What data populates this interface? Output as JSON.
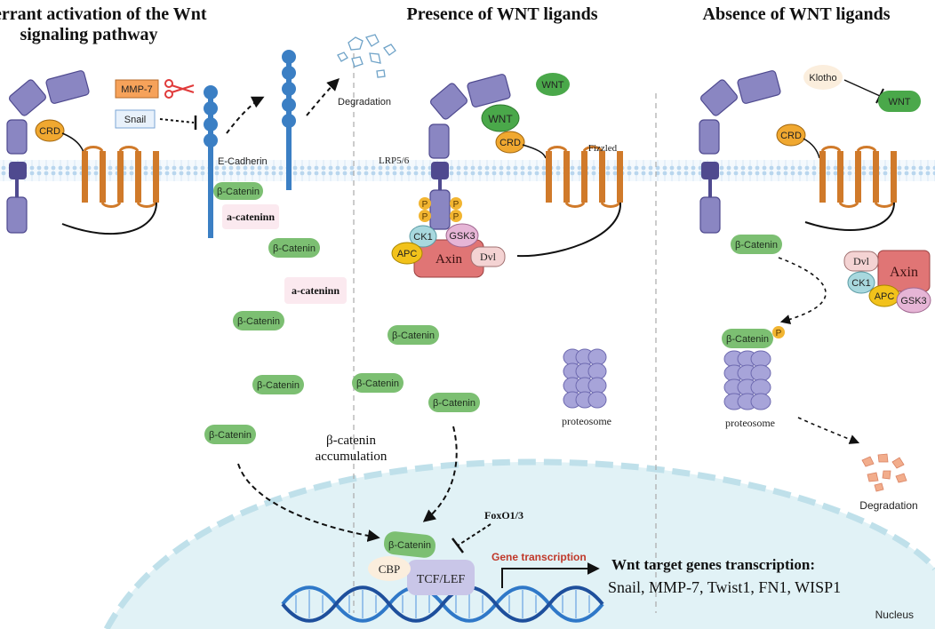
{
  "titles": {
    "left_line1": "Aberrant activation of the Wnt",
    "left_line2": "signaling pathway",
    "middle": "Presence of WNT ligands",
    "right": "Absence of WNT ligands"
  },
  "left_panel": {
    "mmp7": "MMP-7",
    "snail": "Snail",
    "crd": "CRD",
    "e_cadherin": "E-Cadherin",
    "degradation": "Degradation",
    "b_catenin": "β-Catenin",
    "a_catenin": "a-cateninn",
    "accumulation_line1": "β-catenin",
    "accumulation_line2": "accumulation"
  },
  "middle_panel": {
    "wnt_free": "WNT",
    "wnt_bound": "WNT",
    "crd": "CRD",
    "lrp": "LRP5/6",
    "fizzled": "Fizzled",
    "p": "P",
    "ck1": "CK1",
    "gsk3": "GSK3",
    "apc": "APC",
    "axin": "Axin",
    "dvl": "Dvl",
    "b_catenin": "β-Catenin",
    "proteosome": "proteosome"
  },
  "right_panel": {
    "klotho": "Klotho",
    "wnt": "WNT",
    "crd": "CRD",
    "b_catenin": "β-Catenin",
    "dvl": "Dvl",
    "axin": "Axin",
    "ck1": "CK1",
    "apc": "APC",
    "gsk3": "GSK3",
    "p": "P",
    "proteosome": "proteosome",
    "degradation": "Degradation"
  },
  "nucleus": {
    "b_catenin": "β-Catenin",
    "cbp": "CBP",
    "tcf_lef": "TCF/LEF",
    "foxo": "FoxO1/3",
    "gene_transcription": "Gene transcription",
    "target_title": "Wnt target genes transcription:",
    "target_genes": "Snail, MMP-7, Twist1, FN1, WISP1",
    "label": "Nucleus"
  },
  "colors": {
    "b_catenin": "#7cbf72",
    "wnt": "#4aa84a",
    "receptor": "#8a86c2",
    "receptor_dark": "#4f4a8f",
    "frizzled": "#d07a2a",
    "crd": "#f0a830",
    "axin": "#e07575",
    "apc": "#f2c21b",
    "ck1": "#a8d8de",
    "gsk3": "#e6b5d6",
    "dvl": "#f4d3d3",
    "nucleus": "#e1f2f6",
    "cadherin": "#3b7fc4",
    "gene_transcription": "#c0392b"
  }
}
